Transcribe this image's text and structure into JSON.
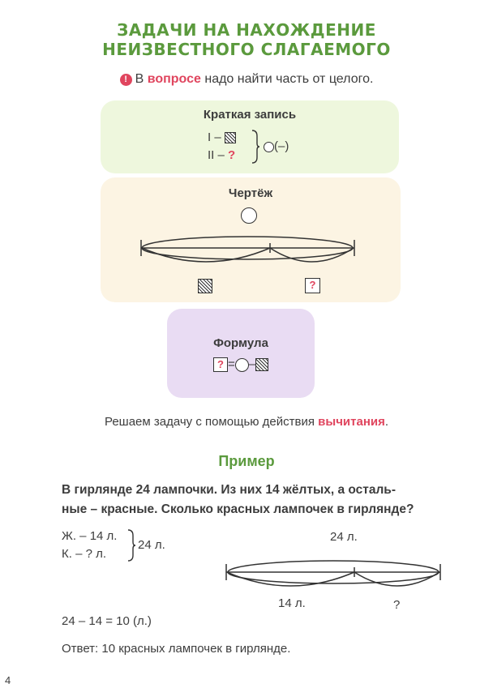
{
  "heading": {
    "line1": "ЗАДАЧИ НА НАХОЖДЕНИЕ",
    "line2": "НЕИЗВЕСТНОГО СЛАГАЕМОГО"
  },
  "hint": {
    "icon": "!",
    "prefix": "В",
    "highlight": "вопросе",
    "rest": "надо найти часть от целого."
  },
  "short_record": {
    "title": "Краткая запись",
    "row1_label": "I –",
    "row2_label": "II –",
    "row2_question": "?",
    "result": "(–)"
  },
  "drawing": {
    "title": "Чертёж",
    "right_question": "?"
  },
  "formula": {
    "title": "Формула",
    "question": "?",
    "equals": "=",
    "minus": "–"
  },
  "solve_line": {
    "prefix": "Решаем задачу с помощью действия",
    "highlight": "вычитания",
    "suffix": "."
  },
  "example": {
    "title": "Пример",
    "problem_line1": "В гирлянде 24 лампочки. Из них 14 жёлтых, а осталь-",
    "problem_line2": "ные – красные. Сколько красных лампочек в гирлянде?",
    "record_row1": "Ж. – 14 л.",
    "record_row2": "К. – ? л.",
    "record_total": "24 л.",
    "segment_total": "24 л.",
    "segment_left": "14 л.",
    "segment_right": "?",
    "calculation": "24 – 14 = 10 (л.)",
    "answer": "Ответ: 10 красных лампочек в гирлянде."
  },
  "page_number": "4",
  "colors": {
    "heading_green": "#5b9a3d",
    "highlight_red": "#e0455e",
    "panel_green": "#eef7dd",
    "panel_beige": "#fcf4e3",
    "panel_purple": "#e9dcf3"
  }
}
